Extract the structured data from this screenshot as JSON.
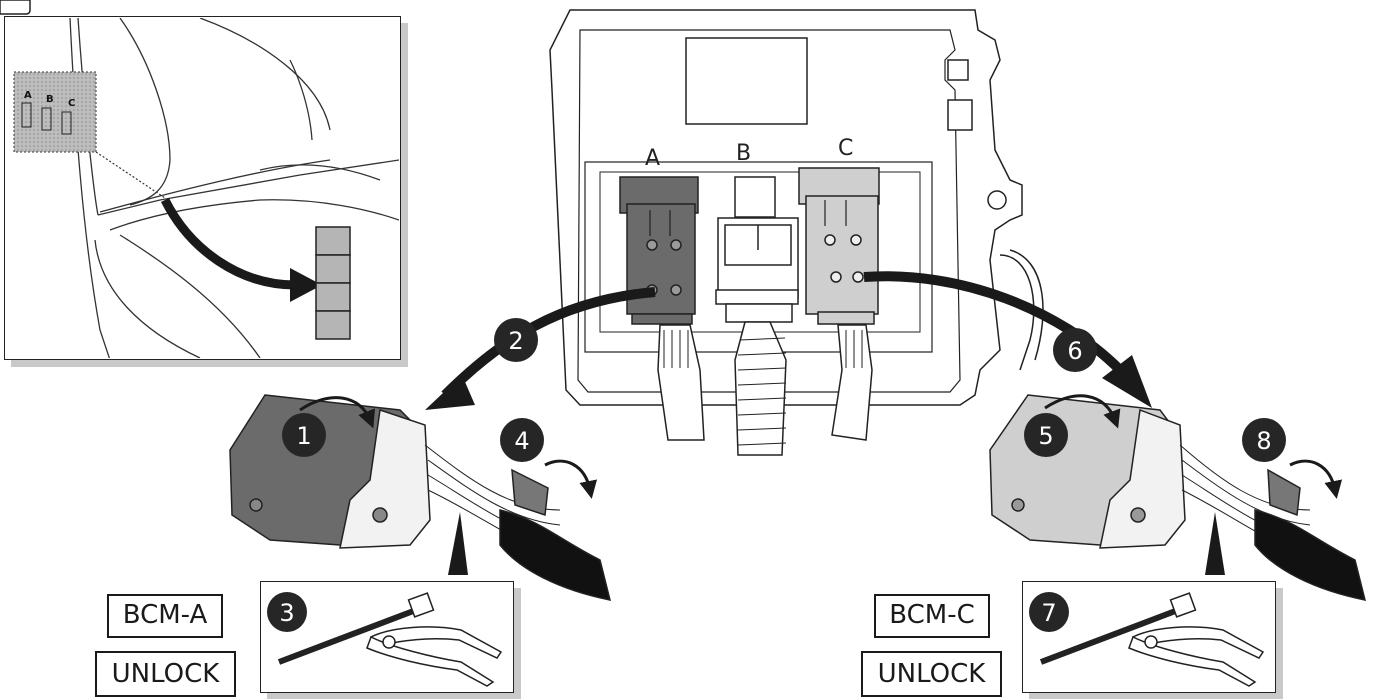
{
  "connector_letters": [
    "A",
    "B",
    "C"
  ],
  "inset_letters": [
    "A",
    "B",
    "C"
  ],
  "steps": [
    "1",
    "2",
    "3",
    "4",
    "5",
    "6",
    "7",
    "8"
  ],
  "labels": {
    "bcm_a": "BCM-A",
    "bcm_c": "BCM-C",
    "unlock_left": "UNLOCK",
    "unlock_right": "UNLOCK"
  },
  "colors": {
    "connector_a": "#6b6b6b",
    "connector_b": "#ffffff",
    "connector_c": "#cfcfcf",
    "step_circle": "#262626",
    "arrow": "#1a1a1a"
  }
}
